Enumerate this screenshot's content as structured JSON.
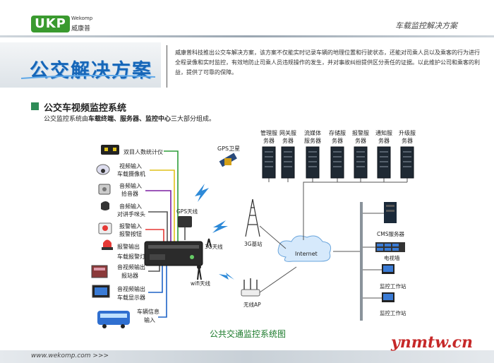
{
  "header": {
    "logo_text": "UKP",
    "logo_en": "Wekomp",
    "logo_cn": "威康普",
    "right_title": "车载监控解决方案"
  },
  "banner": {
    "title": "公交解决方案",
    "intro": "威康普科技推出公交车解决方案，该方案不仅能实时记录车辆的地理位置和行驶状态，还能对司乘人员以及乘客的行为进行全程录像和实时监控，有效地防止司乘人员违规操作的发生，并对事故纠纷提供区分责任的证据。以此维护公司和乘客的利益，提供了可靠的保障。"
  },
  "section": {
    "title": "公交车视频监控系统",
    "desc_prefix": "公交监控系统由",
    "desc_bold": "车载终端、服务器、监控中心",
    "desc_suffix": "三大部分组成。"
  },
  "diagram": {
    "devices": [
      {
        "id": "counter",
        "label": "双目人数统计仪",
        "color": "#8a7a3a"
      },
      {
        "id": "video_in",
        "label": "视频输入",
        "color": "#8a7a3a"
      },
      {
        "id": "camera",
        "label": "车载摄像机",
        "color": "#8a7a3a"
      },
      {
        "id": "audio_in",
        "label": "音频输入",
        "color": "#8a7a3a"
      },
      {
        "id": "pickup",
        "label": "拾音器",
        "color": "#8a7a3a"
      },
      {
        "id": "audio_in2",
        "label": "音频输入",
        "color": "#8a7a3a"
      },
      {
        "id": "talk",
        "label": "对讲手咪头",
        "color": "#8a7a3a"
      },
      {
        "id": "alarm_in",
        "label": "报警输入",
        "color": "#8a7a3a"
      },
      {
        "id": "alarm_btn",
        "label": "报警按钮",
        "color": "#8a7a3a"
      },
      {
        "id": "alarm_out",
        "label": "报警输出",
        "color": "#8a7a3a"
      },
      {
        "id": "alarm_lamp",
        "label": "车载报警灯",
        "color": "#8a7a3a"
      },
      {
        "id": "av_out",
        "label": "音视频输出",
        "color": "#8a7a3a"
      },
      {
        "id": "station",
        "label": "报站器",
        "color": "#8a7a3a"
      },
      {
        "id": "av_out2",
        "label": "音视频输出",
        "color": "#8a7a3a"
      },
      {
        "id": "display",
        "label": "车载显示器",
        "color": "#8a7a3a"
      },
      {
        "id": "vehicle_info",
        "label": "车辆信息",
        "color": "#8a7a3a"
      },
      {
        "id": "vehicle_in",
        "label": "输入",
        "color": "#8a7a3a"
      }
    ],
    "network": {
      "gps_sat": "GPS卫星",
      "gps_ant": "GPS天线",
      "ant_3g": "3G天线",
      "wifi_ant": "wifi天线",
      "base_3g": "3G基站",
      "wireless_ap": "无线AP",
      "internet": "Internet"
    },
    "servers": [
      {
        "l1": "管理服",
        "l2": "务器"
      },
      {
        "l1": "网关服",
        "l2": "务器"
      },
      {
        "l1": "流媒体",
        "l2": "服务器"
      },
      {
        "l1": "存储服",
        "l2": "务器"
      },
      {
        "l1": "报警服",
        "l2": "务器"
      },
      {
        "l1": "通知服",
        "l2": "务器"
      },
      {
        "l1": "升级服",
        "l2": "务器"
      }
    ],
    "center": {
      "cms": "CMS服务器",
      "tv_wall": "电视墙",
      "ws1": "监控工作站",
      "ws2": "监控工作站"
    },
    "line_colors": {
      "red": "#e53935",
      "green": "#2e9e3a",
      "yellow": "#e0c21a",
      "purple": "#7b1fa2",
      "blue": "#1e63c6",
      "dark": "#555555"
    }
  },
  "caption": "公共交通监控系统图",
  "footer": {
    "url": "www.wekomp.com   >>>"
  },
  "watermark": "ynmtw.cn"
}
